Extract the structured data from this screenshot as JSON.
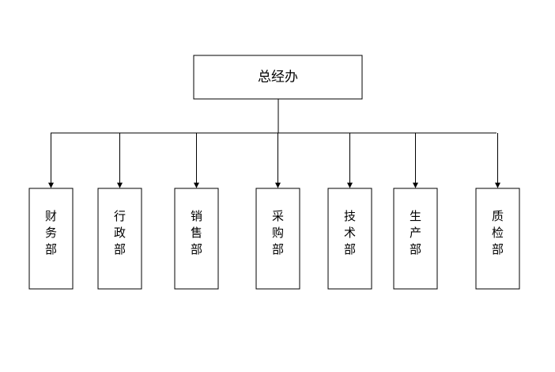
{
  "org_chart": {
    "root": {
      "label": "总经办"
    },
    "departments": [
      {
        "label": "财务部",
        "chars": [
          "财",
          "务",
          "部"
        ]
      },
      {
        "label": "行政部",
        "chars": [
          "行",
          "政",
          "部"
        ]
      },
      {
        "label": "销售部",
        "chars": [
          "销",
          "售",
          "部"
        ]
      },
      {
        "label": "采购部",
        "chars": [
          "采",
          "购",
          "部"
        ]
      },
      {
        "label": "技术部",
        "chars": [
          "技",
          "术",
          "部"
        ]
      },
      {
        "label": "生产部",
        "chars": [
          "生",
          "产",
          "部"
        ]
      },
      {
        "label": "质检部",
        "chars": [
          "质",
          "检",
          "部"
        ]
      }
    ],
    "colors": {
      "line": "#000000",
      "box_fill": "#ffffff",
      "text": "#000000"
    }
  }
}
